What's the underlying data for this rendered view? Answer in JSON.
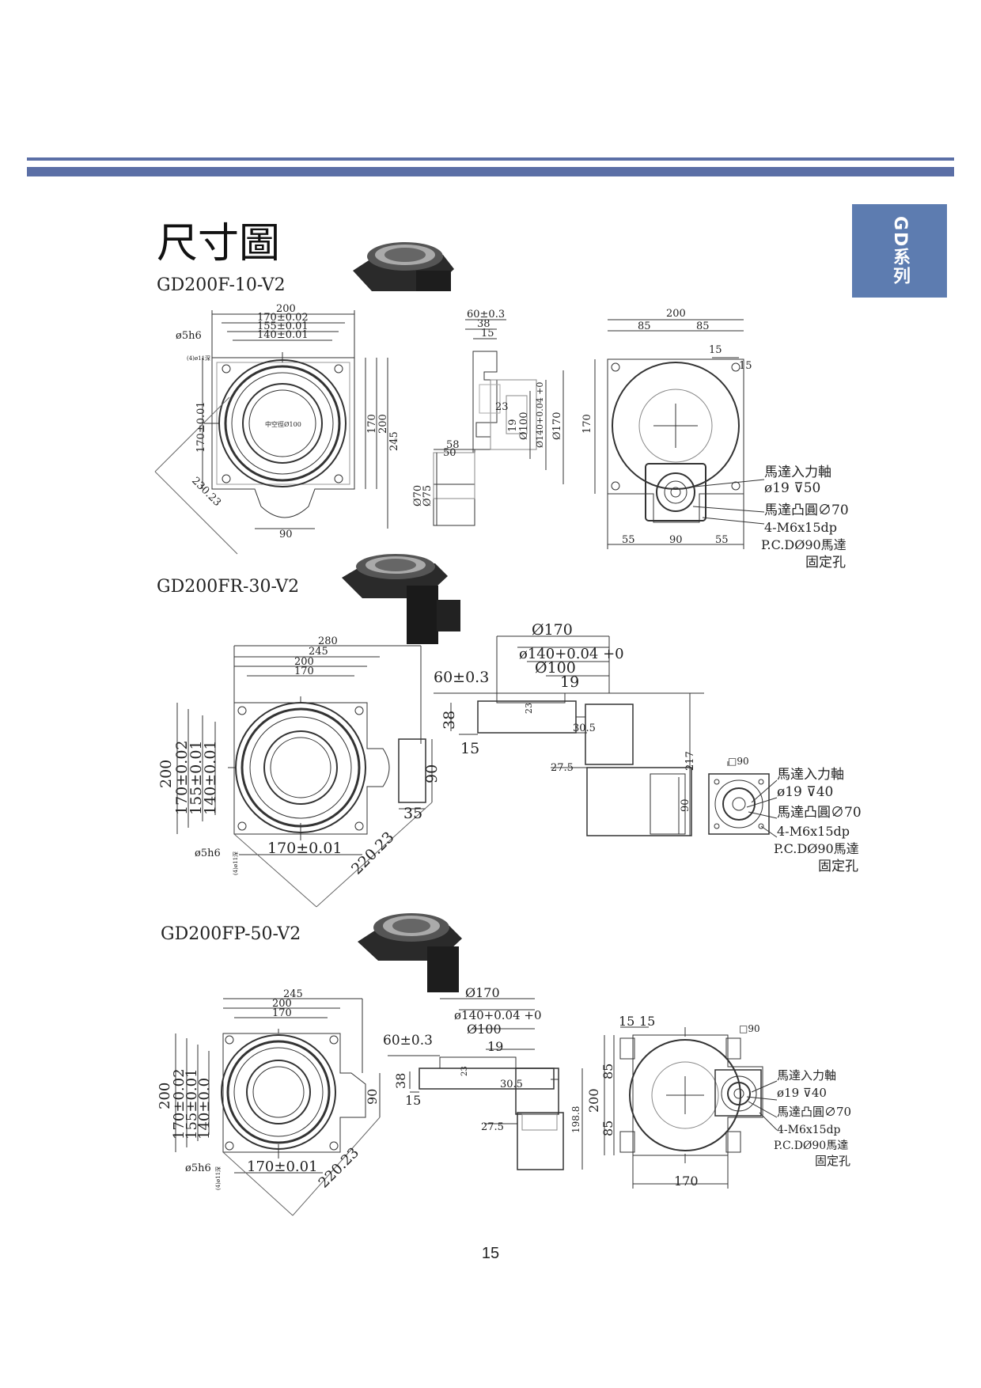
{
  "page_title": "尺寸圖",
  "series_tab": "GD系列",
  "page_number": "15",
  "models": [
    {
      "name": "GD200F-10-V2",
      "front_dims": {
        "w200": "200",
        "w170": "170±0.02",
        "w155": "155±0.01",
        "w140": "140±0.01",
        "shaft": "ø5h6",
        "pcd": "(4)ø11深",
        "h170": "170±0.01",
        "h170b": "170",
        "h200": "200",
        "h245": "245",
        "diag": "230.23",
        "bottom": "90",
        "center": "中空徑Ø100"
      },
      "side_dims": {
        "d60": "60±0.3",
        "d38": "38",
        "d15": "15",
        "d23": "23",
        "d19": "19",
        "d100": "Ø100",
        "d140": "Ø140+0.04 +0",
        "d170": "Ø170",
        "d58": "58",
        "d50": "50",
        "d70": "Ø70",
        "d75": "Ø75"
      },
      "back_dims": {
        "w200": "200",
        "l85": "85",
        "r85": "85",
        "s15a": "15",
        "s15b": "15",
        "h170": "170",
        "b55a": "55",
        "b90": "90",
        "b55b": "55"
      },
      "callouts": {
        "input_shaft": "馬達入力軸",
        "shaft_size": "ø19 ⊽50",
        "boss": "馬達凸圓∅70",
        "holes": "4-M6x15dp",
        "pcd": "P.C.DØ90馬達",
        "fix": "固定孔"
      }
    },
    {
      "name": "GD200FR-30-V2",
      "front_dims": {
        "w280": "280",
        "w245": "245",
        "w200": "200",
        "w170": "170",
        "h200": "200",
        "h170": "170±0.02",
        "h155": "155±0.01",
        "h140": "140±0.01",
        "shaft": "ø5h6",
        "pcd": "(4)ø11深",
        "bottom": "170±0.01",
        "diag": "220.23",
        "r90": "90",
        "r35": "35"
      },
      "side_dims": {
        "d170": "Ø170",
        "d140": "ø140+0.04 +0",
        "d100": "Ø100",
        "d60": "60±0.3",
        "d19": "19",
        "d38": "38",
        "d15": "15",
        "d23": "23",
        "d30": "30.5",
        "d27": "27.5",
        "d217": "217",
        "d90": "90"
      },
      "motor_dims": {
        "sq": "□90"
      },
      "callouts": {
        "input_shaft": "馬達入力軸",
        "shaft_size": "ø19 ⊽40",
        "boss": "馬達凸圓∅70",
        "holes": "4-M6x15dp",
        "pcd": "P.C.DØ90馬達",
        "fix": "固定孔"
      }
    },
    {
      "name": "GD200FP-50-V2",
      "front_dims": {
        "w245": "245",
        "w200": "200",
        "w170": "170",
        "h200": "200",
        "h170": "170±0.02",
        "h155": "155±0.01",
        "h140": "140±0.0",
        "shaft": "ø5h6",
        "pcd": "(4)ø11深",
        "bottom": "170±0.01",
        "diag": "220.23",
        "r90": "90"
      },
      "side_dims": {
        "d170": "Ø170",
        "d140": "ø140+0.04 +0",
        "d100": "Ø100",
        "d60": "60±0.3",
        "d19": "19",
        "d38": "38",
        "d15": "15",
        "d23": "23",
        "d30": "30.5",
        "d27": "27.5",
        "d198": "198.8"
      },
      "back_dims": {
        "t15a": "15",
        "t15b": "15",
        "sq": "□90",
        "h200": "200",
        "h85a": "85",
        "h85b": "85",
        "b170": "170"
      },
      "callouts": {
        "input_shaft": "馬達入力軸",
        "shaft_size": "ø19 ⊽40",
        "boss": "馬達凸圓∅70",
        "holes": "4-M6x15dp",
        "pcd": "P.C.DØ90馬達",
        "fix": "固定孔"
      }
    }
  ]
}
